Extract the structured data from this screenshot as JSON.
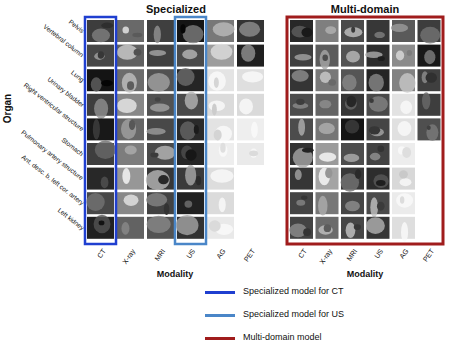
{
  "diagram": {
    "labels": [
      "Specialized",
      "Multi-domain",
      "Pelvis",
      "Vertebral column",
      "Lung",
      "Urinary bladder",
      "Right ventricular structure",
      "Stomach",
      "Pulmonary artery structure",
      "Ant. desc. b. left cor. artery",
      "Left kidney",
      "Organ",
      "CT",
      "X-ray",
      "MRI",
      "US",
      "AG",
      "PET",
      "Modality",
      "CT",
      "X-ray",
      "MRI",
      "US",
      "AG",
      "PET",
      "Modality"
    ],
    "legend": [
      {
        "text": "Specialized model for CT",
        "color": "#1f3fd0"
      },
      {
        "text": "Specialized model for US",
        "color": "#4a86c8"
      },
      {
        "text": "Multi-domain model",
        "color": "#a01c1c"
      }
    ]
  }
}
